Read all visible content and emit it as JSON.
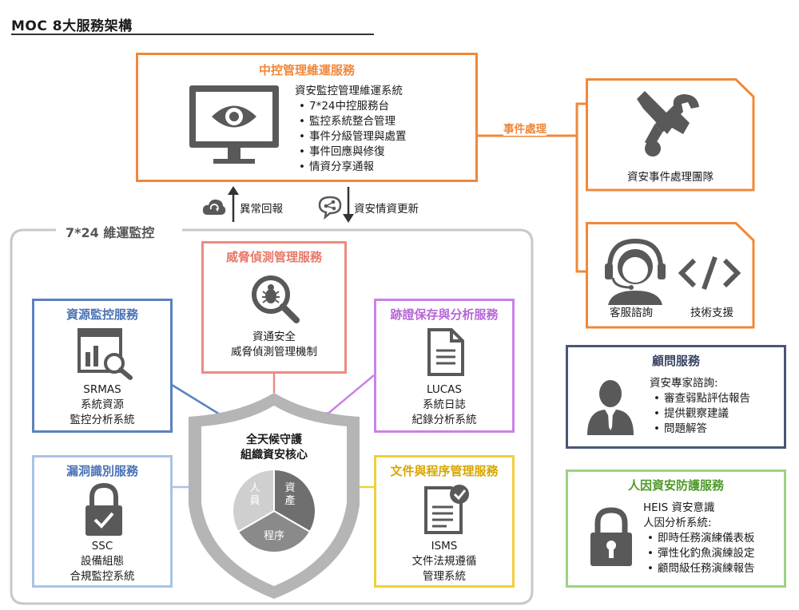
{
  "title": "MOC 8大服務架構",
  "central": {
    "title": "中控管理維運服務",
    "heading": "資安監控管理維運系統",
    "items": [
      "7*24中控服務台",
      "監控系統整合管理",
      "事件分級管理與處置",
      "事件回應與修復",
      "情資分享通報"
    ]
  },
  "event_label": "事件處理",
  "incident_team": "資安事件處理團隊",
  "support": {
    "customer": "客服諮詢",
    "tech": "技術支援"
  },
  "arrows": {
    "up": "異常回報",
    "down": "資安情資更新"
  },
  "monitor_zone": "7*24 維運監控",
  "threat": {
    "title": "威脅偵測管理服務",
    "lines": [
      "資通安全",
      "威脅偵測管理機制"
    ]
  },
  "resource": {
    "title": "資源監控服務",
    "lines": [
      "SRMAS",
      "系統資源",
      "監控分析系統"
    ]
  },
  "forensic": {
    "title": "跡證保存與分析服務",
    "lines": [
      "LUCAS",
      "系統日誌",
      "紀錄分析系統"
    ]
  },
  "vuln": {
    "title": "漏洞識別服務",
    "lines": [
      "SSC",
      "設備組態",
      "合規監控系統"
    ]
  },
  "docs": {
    "title": "文件與程序管理服務",
    "lines": [
      "ISMS",
      "文件法規遵循",
      "管理系統"
    ]
  },
  "shield": {
    "line1": "全天候守護",
    "line2": "組織資安核心",
    "seg_people": "人員",
    "seg_assets": "資產",
    "seg_process": "程序"
  },
  "consult": {
    "title": "顧問服務",
    "heading": "資安專家諮詢:",
    "items": [
      "審查弱點評估報告",
      "提供觀察建議",
      "問題解答"
    ]
  },
  "human": {
    "title": "人因資安防護服務",
    "heading1": "HEIS 資安意識",
    "heading2": "人因分析系統:",
    "items": [
      "即時任務演練儀表板",
      "彈性化釣魚演練設定",
      "顧問級任務演練報告"
    ]
  },
  "colors": {
    "orange": "#f0883a",
    "salmon": "#eb8c80",
    "blue": "#5b82bf",
    "lightblue": "#a9c3e6",
    "purple": "#c982e6",
    "yellow": "#f2cf3c",
    "navy": "#4b5675",
    "green": "#9dd182",
    "gray": "#5b5b5b"
  }
}
